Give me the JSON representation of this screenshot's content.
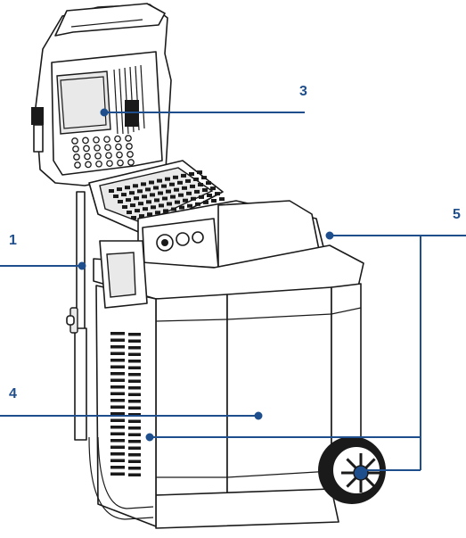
{
  "colors": {
    "callout": "#1f4e8c",
    "outline": "#1a1a1a",
    "background": "#ffffff"
  },
  "callouts": [
    {
      "id": "1",
      "label": "1"
    },
    {
      "id": "3",
      "label": "3"
    },
    {
      "id": "4",
      "label": "4"
    },
    {
      "id": "5",
      "label": "5"
    }
  ]
}
